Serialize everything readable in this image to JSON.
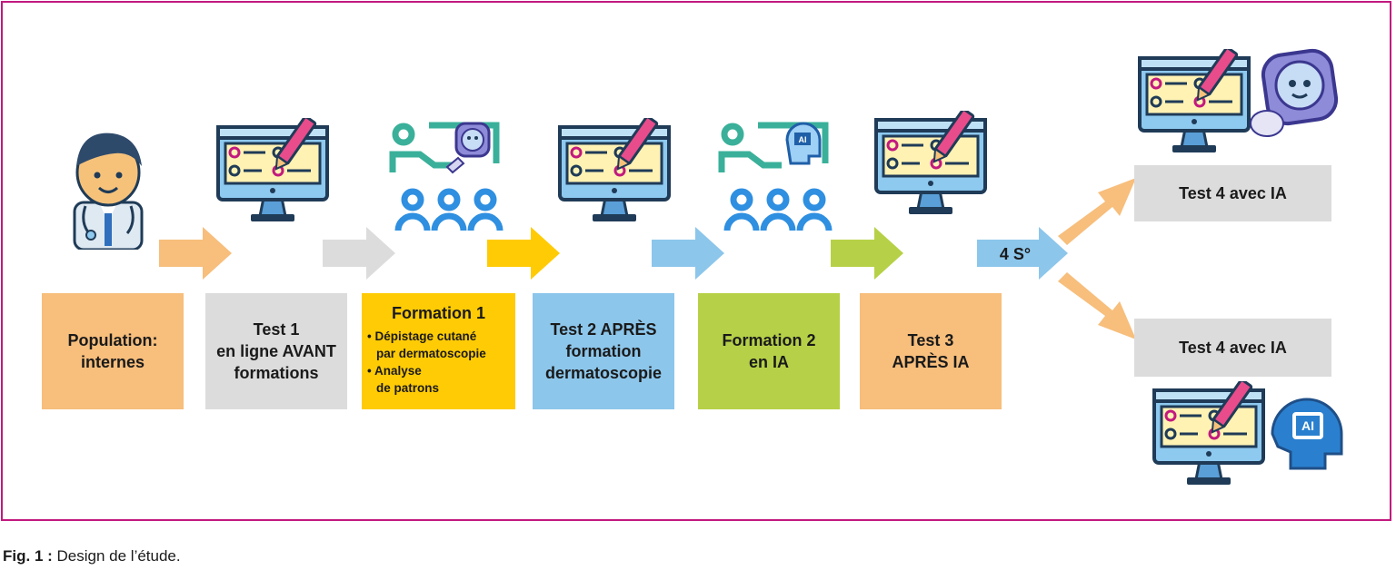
{
  "colors": {
    "frame": "#c2197f",
    "orange": "#f7be7c",
    "gray": "#dcdcdc",
    "yellow": "#ffcb05",
    "blue": "#8cc6eb",
    "green": "#b6d147",
    "icon_teal": "#3ab09a",
    "icon_blue": "#2f8fe0"
  },
  "steps": [
    {
      "lines": [
        "Population:",
        "internes"
      ]
    },
    {
      "lines": [
        "Test 1",
        "en ligne AVANT",
        "formations"
      ]
    },
    {
      "title": "Formation 1",
      "bullets": [
        [
          "Dépistage cutané",
          "par dermatoscopie"
        ],
        [
          "Analyse",
          "de patrons"
        ]
      ]
    },
    {
      "lines": [
        "Test 2 APRÈS",
        "formation",
        "dermatoscopie"
      ]
    },
    {
      "lines": [
        "Formation 2",
        "en IA"
      ]
    },
    {
      "lines": [
        "Test 3",
        "APRÈS IA"
      ]
    }
  ],
  "wait_label": "4 S°",
  "outcomes": [
    {
      "label": "Test 4 avec IA"
    },
    {
      "label": "Test 4 avec IA"
    }
  ],
  "icons": [
    "doctor-icon",
    "computer-test-icon",
    "robot-teaching-icon",
    "computer-test-icon",
    "ai-teaching-icon",
    "computer-test-icon",
    "robot-icon",
    "ai-head-icon"
  ],
  "caption": {
    "label": "Fig. 1 :",
    "text": "Design de l’étude."
  }
}
